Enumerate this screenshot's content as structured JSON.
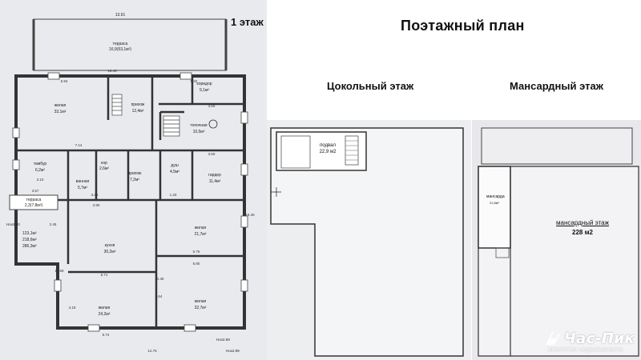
{
  "header": {
    "title": "Поэтажный план",
    "basement_label": "Цокольный этаж",
    "attic_label": "Мансардный этаж"
  },
  "first_floor": {
    "floor_label": "1 этаж",
    "rooms": [
      {
        "name": "терраса",
        "area": "16,9(53,1м²)"
      },
      {
        "name": "жилая",
        "area": "33,1м²"
      },
      {
        "name": "коридор",
        "area": "9,1м²"
      },
      {
        "name": "топочная",
        "area": "10,5м²"
      },
      {
        "name": "прихож",
        "area": "12,4м²"
      },
      {
        "name": "тамбур",
        "area": "6,2м²"
      },
      {
        "name": "кор",
        "area": "2,6м²"
      },
      {
        "name": "прихож",
        "area": "7,2м²"
      },
      {
        "name": "ванная",
        "area": "5,7м²"
      },
      {
        "name": "душ",
        "area": "4,5м²"
      },
      {
        "name": "гардер",
        "area": "11,4м²"
      },
      {
        "name": "терраса",
        "area": "2,3(7,8м²)"
      },
      {
        "name": "жилая",
        "area": "21,7м²"
      },
      {
        "name": "кухня",
        "area": "30,2м²"
      },
      {
        "name": "жилая",
        "area": "24,2м²"
      },
      {
        "name": "жилая",
        "area": "32,7м²"
      }
    ],
    "dims": {
      "d1": "13.91",
      "d2": "16.45",
      "d3": "5.94",
      "d4": "5.32",
      "d5": "3.50",
      "d6": "7.14",
      "d7": "3.50",
      "d8": "3.10",
      "d9": "3.57",
      "d10": "3.26",
      "d11": "3.90",
      "d12": "5.75",
      "d13": "5.80",
      "d14": "5.71",
      "d15": "5.64",
      "d16": "12.75",
      "d17": "11.69",
      "d18": "19.45",
      "d19": "4.18",
      "d20": "2.45",
      "d21": "5.74",
      "d22": "1.33",
      "d23": "0.45"
    },
    "totals": [
      "123,1м²",
      "218,6м²",
      "286,3м²"
    ],
    "marks": {
      "a": "Нох2.60",
      "b": "Нох2.99",
      "c": "Нох2.69"
    }
  },
  "basement": {
    "room_name": "подвал",
    "room_area": "22,9 м2"
  },
  "attic": {
    "room_name": "мансарда",
    "room_area": "21,8м²",
    "floor_name": "мансардный этаж",
    "floor_area": "228 м2"
  },
  "brand": {
    "name": "Час-Пик",
    "tagline": "агентство недвижимости"
  }
}
